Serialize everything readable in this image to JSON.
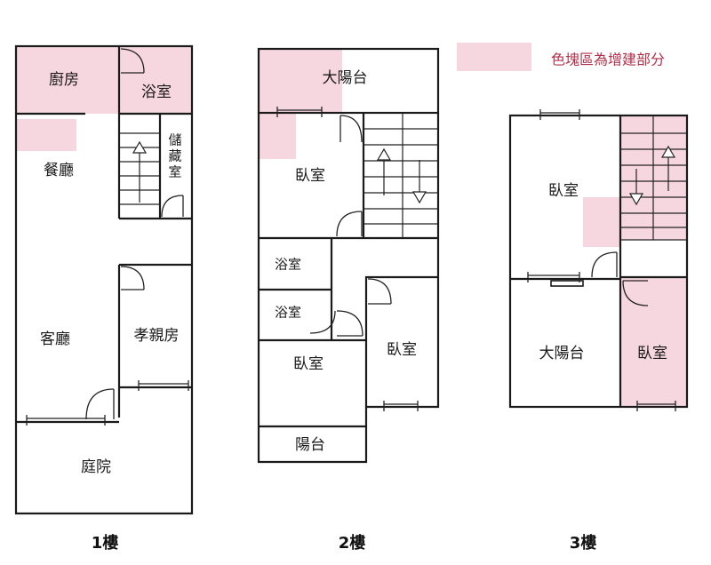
{
  "legend": {
    "label": "色塊區為增建部分",
    "color": "#f6d3dc",
    "text_color": "#b0304a"
  },
  "floor1": {
    "title": "1樓",
    "rooms": {
      "kitchen": "廚房",
      "bath": "浴室",
      "dining": "餐廳",
      "storage": "儲藏室",
      "living": "客廳",
      "elder_room": "孝親房",
      "yard": "庭院"
    }
  },
  "floor2": {
    "title": "2樓",
    "rooms": {
      "balcony_large": "大陽台",
      "bedroom_top": "臥室",
      "bath1": "浴室",
      "bath2": "浴室",
      "bedroom_right": "臥室",
      "bedroom_bottom": "臥室",
      "balcony": "陽台"
    }
  },
  "floor3": {
    "title": "3樓",
    "rooms": {
      "bedroom_top": "臥室",
      "balcony_large": "大陽台",
      "bedroom_right": "臥室"
    }
  },
  "icons": [
    "stair-up-arrow-icon",
    "stair-down-arrow-icon",
    "door-swing-icon",
    "window-icon"
  ]
}
